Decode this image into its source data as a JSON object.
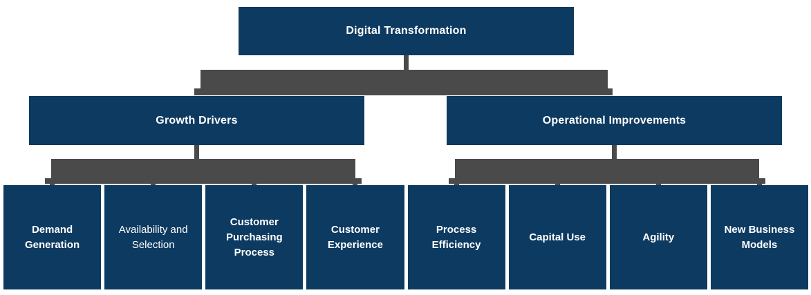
{
  "diagram": {
    "type": "org-chart",
    "root": {
      "label": "Digital Transformation"
    },
    "branches": [
      {
        "label": "Growth Drivers",
        "children": [
          {
            "label": "Demand Generation"
          },
          {
            "label": "Availability and Selection"
          },
          {
            "label": "Customer Purchasing Process"
          },
          {
            "label": "Customer Experience"
          }
        ]
      },
      {
        "label": "Operational Improvements",
        "children": [
          {
            "label": "Process Efficiency"
          },
          {
            "label": "Capital Use"
          },
          {
            "label": "Agility"
          },
          {
            "label": "New Business Models"
          }
        ]
      }
    ],
    "colors": {
      "node_fill": "#0d3a61",
      "node_text": "#ffffff",
      "connector": "#4a4a4a",
      "background": "#ffffff"
    }
  }
}
